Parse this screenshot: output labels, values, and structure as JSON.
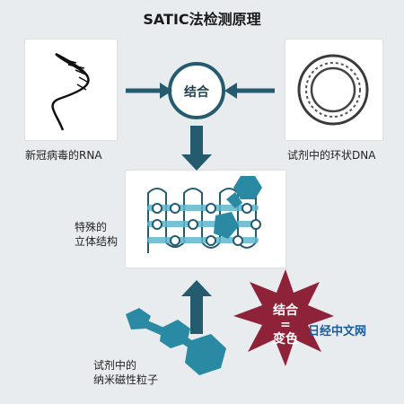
{
  "title": "SATIC法检测原理",
  "center_node": "结合",
  "labels": {
    "rna": "新冠病毒的RNA",
    "dna": "试剂中的环状DNA",
    "structure_line1": "特殊的",
    "structure_line2": "立体结构",
    "particle_line1": "试剂中的",
    "particle_line2": "纳米磁性粒子"
  },
  "burst": {
    "line1": "结合",
    "line2": "=",
    "line3": "变色"
  },
  "watermark": "日经中文网",
  "colors": {
    "teal_dark": "#245b6e",
    "teal_light": "#5fb7cd",
    "teal_hex": "#2a8aa3",
    "burst": "#8e2238"
  }
}
